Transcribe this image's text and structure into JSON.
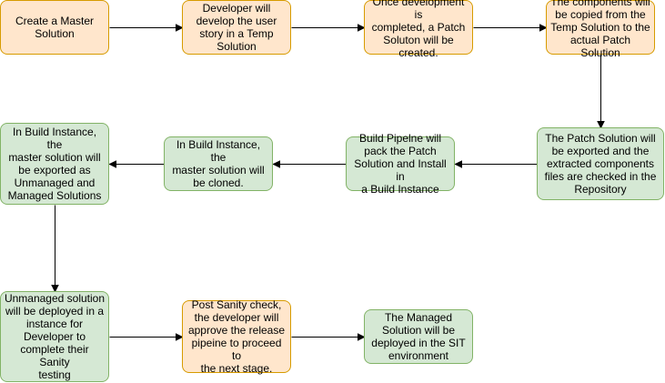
{
  "colors": {
    "orange_fill": "#ffe6cc",
    "orange_stroke": "#d79b00",
    "green_fill": "#d5e8d4",
    "green_stroke": "#82b366",
    "edge": "#000000"
  },
  "diagram": {
    "nodes": [
      {
        "id": "n1",
        "style": "orange",
        "label": "Create a Master\nSolution"
      },
      {
        "id": "n2",
        "style": "orange",
        "label": "Developer will\ndevelop the user\nstory in a Temp\nSolution"
      },
      {
        "id": "n3",
        "style": "orange",
        "label": "Once development is\ncompleted, a Patch\nSoluton will be\ncreated."
      },
      {
        "id": "n4",
        "style": "orange",
        "label": "The components will\nbe copied from the\nTemp Solution to the\nactual Patch Solution"
      },
      {
        "id": "n5",
        "style": "green",
        "label": "The Patch Solution will\nbe exported and the\nextracted components\nfiles are checked in the\nRepository"
      },
      {
        "id": "n6",
        "style": "green",
        "label": "Build Pipelne will\npack the Patch\nSolution and Install in\na Build Instance"
      },
      {
        "id": "n7",
        "style": "green",
        "label": "In Build Instance, the\nmaster solution will\nbe cloned."
      },
      {
        "id": "n8",
        "style": "green",
        "label": "In Build Instance, the\nmaster solution will\nbe exported as\nUnmanaged and\nManaged Solutions"
      },
      {
        "id": "n9",
        "style": "green",
        "label": "Unmanaged solution\nwill be deployed in a\ninstance for\nDeveloper to\ncomplete their Sanity\ntesting"
      },
      {
        "id": "n10",
        "style": "orange",
        "label": "Post Sanity check,\nthe developer will\napprove the release\npipeine to proceed to\nthe next stage."
      },
      {
        "id": "n11",
        "style": "green",
        "label": "The Managed\nSolution will be\ndeployed in the SIT\nenvironment"
      }
    ],
    "edges": [
      {
        "from": "n1",
        "to": "n2"
      },
      {
        "from": "n2",
        "to": "n3"
      },
      {
        "from": "n3",
        "to": "n4"
      },
      {
        "from": "n4",
        "to": "n5"
      },
      {
        "from": "n5",
        "to": "n6"
      },
      {
        "from": "n6",
        "to": "n7"
      },
      {
        "from": "n7",
        "to": "n8"
      },
      {
        "from": "n8",
        "to": "n9"
      },
      {
        "from": "n9",
        "to": "n10"
      },
      {
        "from": "n10",
        "to": "n11"
      }
    ]
  }
}
